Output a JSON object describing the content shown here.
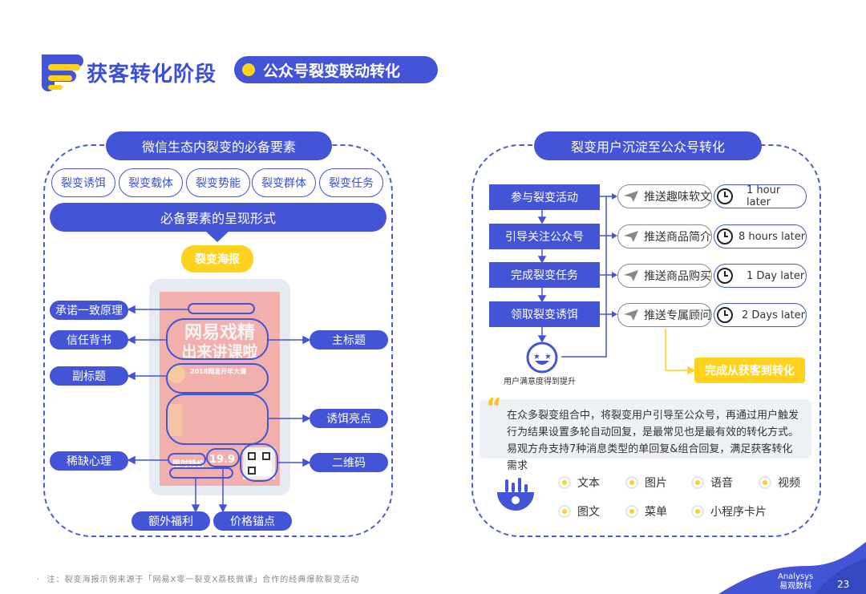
{
  "header": {
    "title": "获客转化阶段",
    "subtitle": "公众号裂变联动转化"
  },
  "left_panel": {
    "title": "微信生态内裂变的必备要素",
    "elements": [
      "裂变诱饵",
      "裂变载体",
      "裂变势能",
      "裂变群体",
      "裂变任务"
    ],
    "presentation_title": "必备要素的呈现形式",
    "poster_label": "裂变海报",
    "left_labels": [
      "承诺一致原理",
      "信任背书",
      "副标题",
      "稀缺心理"
    ],
    "right_labels": [
      "主标题",
      "诱饵亮点",
      "二维码"
    ],
    "bottom_labels": [
      "额外福利",
      "价格锚点"
    ],
    "poster_content": {
      "headline1": "网易戏精",
      "headline2": "出来讲课啦",
      "sub": "2018网易开年大课",
      "price_tag": "限时特价",
      "price": "19.9"
    }
  },
  "right_panel": {
    "title": "裂变用户沉淀至公众号转化",
    "steps": [
      "参与裂变活动",
      "引导关注公众号",
      "完成裂变任务",
      "领取裂变诱饵"
    ],
    "notifications": [
      "推送趣味软文",
      "推送商品简介",
      "推送商品购买",
      "推送专属顾问"
    ],
    "times": [
      "1 hour later",
      "8 hours later",
      "1 Day later",
      "2 Days later"
    ],
    "satisfaction": "用户满意度得到提升",
    "result": "完成从获客到转化",
    "quote": "在众多裂变组合中，将裂变用户引导至公众号，再通过用户触发行为结果设置多轮自动回复，是最常见也是最有效的转化方式。易观方舟支持7种消息类型的单回复&组合回复，满足获客转化需求",
    "message_types": [
      "文本",
      "图片",
      "语音",
      "视频",
      "图文",
      "菜单",
      "小程序卡片"
    ]
  },
  "footer": {
    "note": "注：裂变海报示例来源于「网易X零一裂变X荔枝微课」合作的经典爆款裂变活动",
    "brand_en": "Analysys",
    "brand_cn": "易观数科",
    "page": "23"
  },
  "colors": {
    "primary": "#4354d6",
    "accent": "#ffd21f"
  }
}
